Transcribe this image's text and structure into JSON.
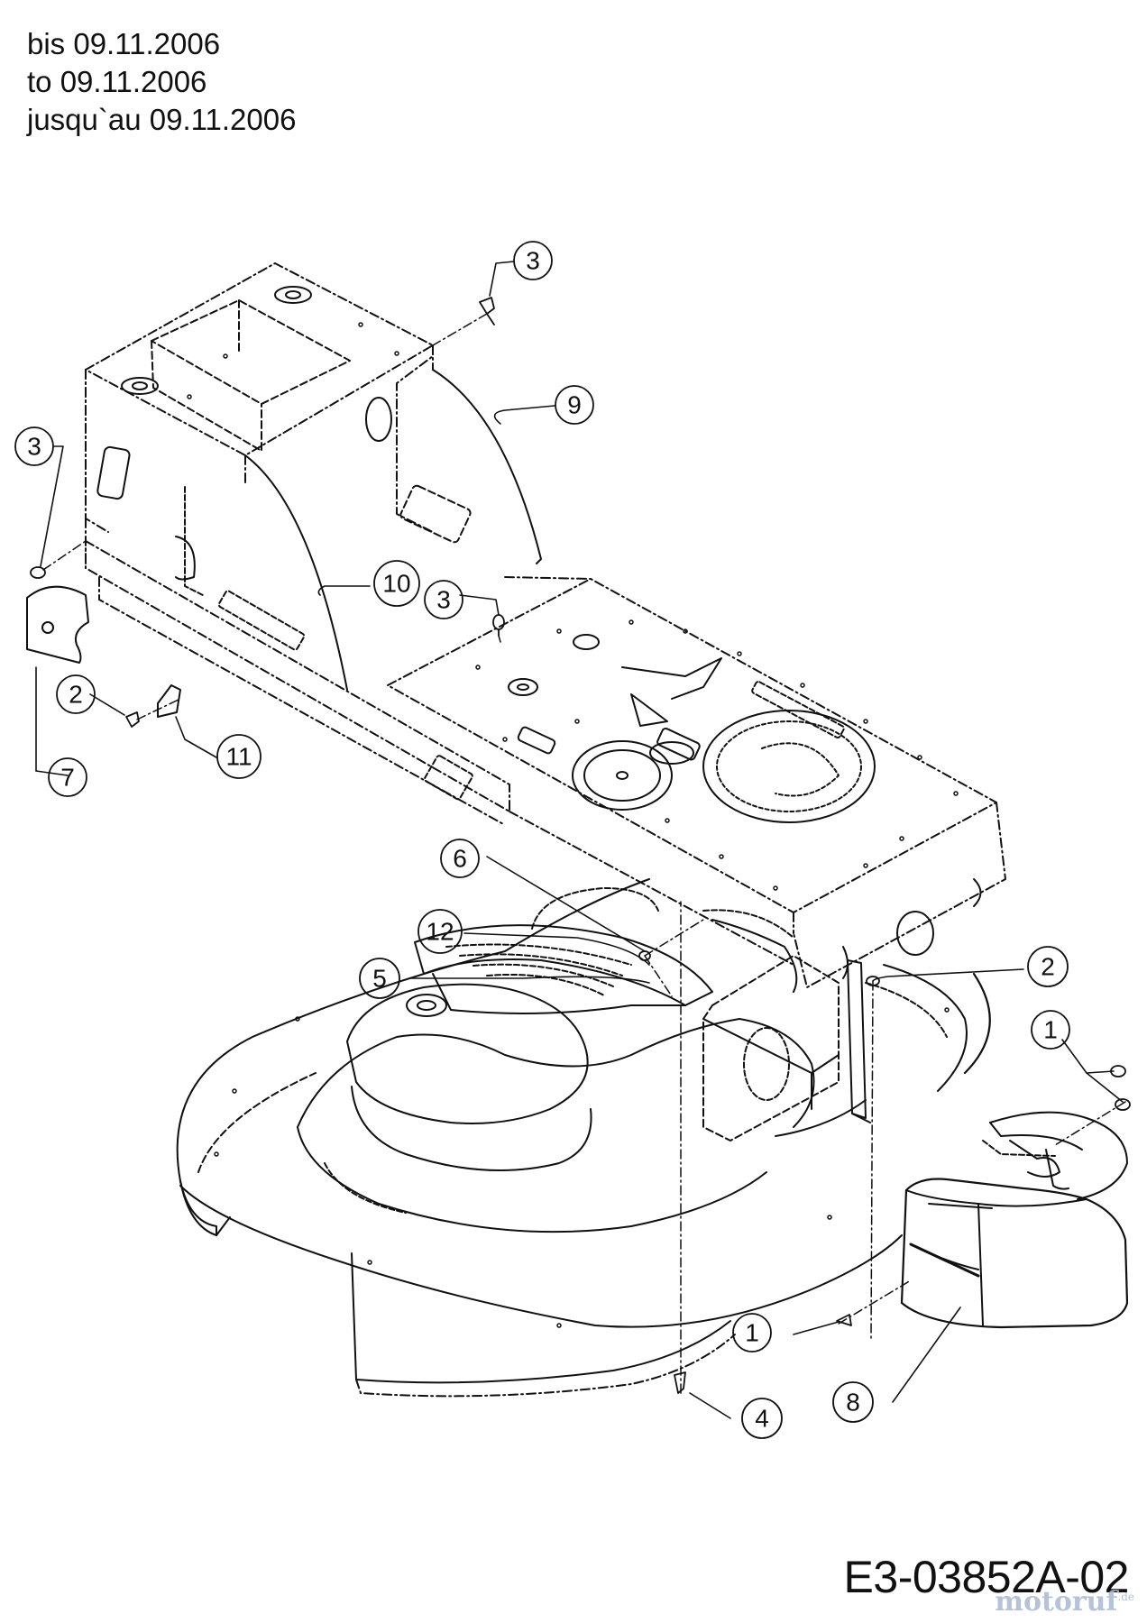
{
  "header": {
    "line_de": "bis 09.11.2006",
    "line_en": "to 09.11.2006",
    "line_fr": "jusqu`au 09.11.2006"
  },
  "drawing_code": "E3-03852A-02",
  "watermark": {
    "name": "motoruf",
    "suffix": ".de"
  },
  "callouts": [
    "3",
    "3",
    "9",
    "10",
    "3",
    "2",
    "11",
    "7",
    "6",
    "12",
    "5",
    "2",
    "1",
    "1",
    "4",
    "8"
  ],
  "colors": {
    "line": "#111111",
    "watermark": "#a9b8d2"
  }
}
